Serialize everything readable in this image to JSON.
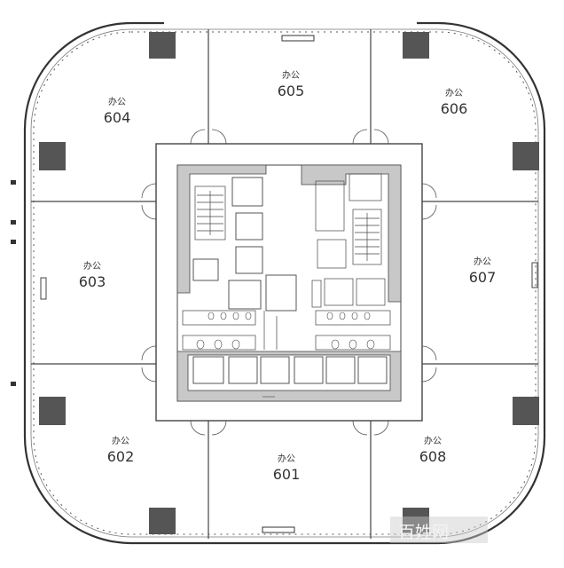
{
  "units": [
    {
      "id": "604",
      "number": "604",
      "use": "办公"
    },
    {
      "id": "605",
      "number": "605",
      "use": "办公"
    },
    {
      "id": "606",
      "number": "606",
      "use": "办公"
    },
    {
      "id": "603",
      "number": "603",
      "use": "办公"
    },
    {
      "id": "607",
      "number": "607",
      "use": "办公"
    },
    {
      "id": "602",
      "number": "602",
      "use": "办公"
    },
    {
      "id": "601",
      "number": "601",
      "use": "办公"
    },
    {
      "id": "608",
      "number": "608",
      "use": "办公"
    }
  ],
  "watermark": "百姓网",
  "colors": {
    "line": "#444444",
    "column": "#555555",
    "core": "#c8c8c8",
    "background": "#ffffff"
  }
}
